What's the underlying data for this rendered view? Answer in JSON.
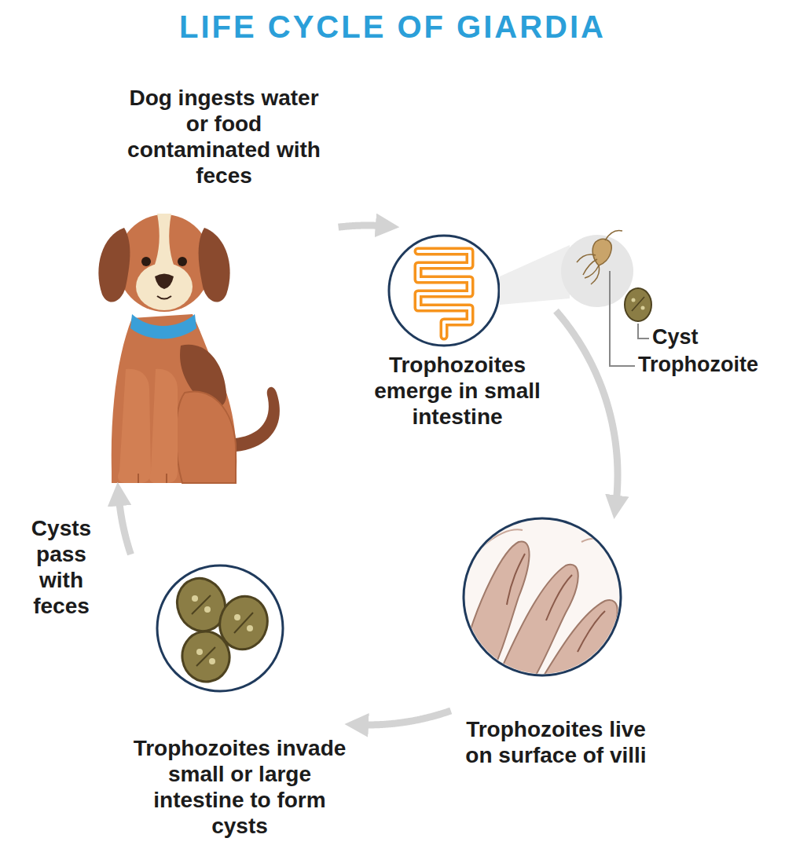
{
  "diagram": {
    "title": "LIFE CYCLE OF GIARDIA",
    "nodes": [
      {
        "text": [
          "Dog ingests water or food contaminated with feces"
        ]
      },
      {
        "text": [
          "Trophozoites emerge in small intestine"
        ]
      },
      {
        "text": [
          "Trophozoites live on surface of villi"
        ]
      },
      {
        "text": [
          "Trophozoites invade small or large intestine to form cysts"
        ]
      }
    ],
    "edges": [
      {
        "from": 0,
        "to": 1,
        "arrow": "to"
      },
      {
        "from": 1,
        "to": 2,
        "arrow": "to"
      },
      {
        "from": 2,
        "to": 3,
        "arrow": "to"
      },
      {
        "from": 3,
        "to": 0,
        "label": "Cysts pass with feces",
        "arrow": "to"
      }
    ],
    "labels": [
      "Cyst",
      "Trophozoite"
    ]
  }
}
